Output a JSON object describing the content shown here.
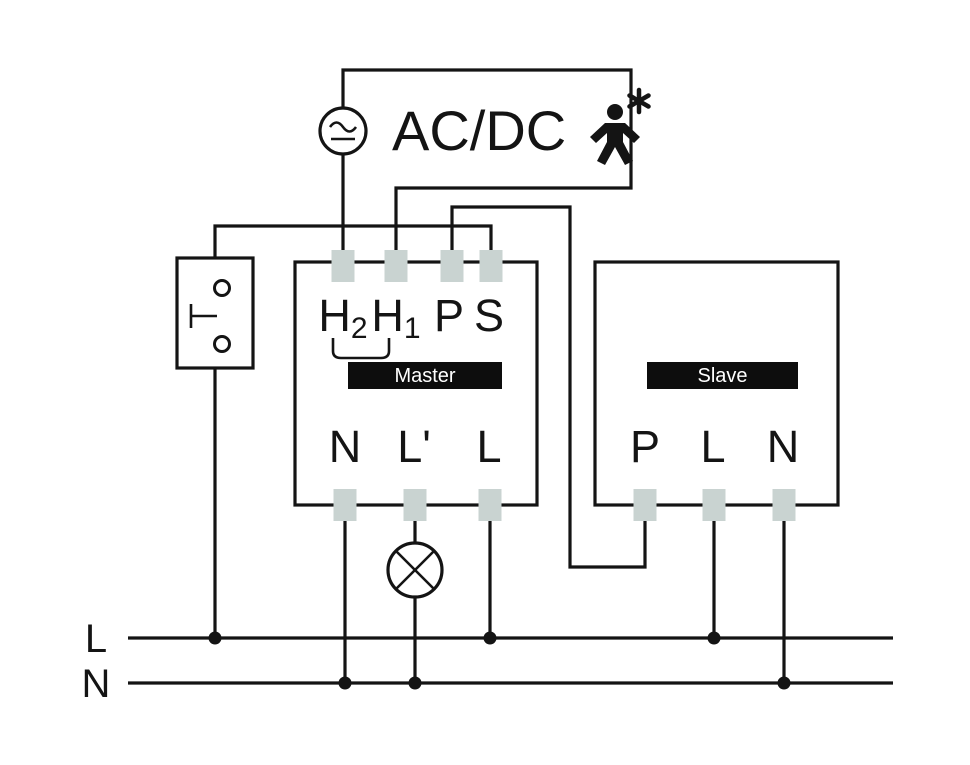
{
  "colors": {
    "line": "#141414",
    "terminal_fill": "#c9d3d1",
    "label_bar_bg": "#0d0d0d",
    "label_bar_text": "#ffffff",
    "background": "#ffffff"
  },
  "power": {
    "converter_label": "AC/DC"
  },
  "icons": {
    "converter": "ac-dc-source-icon",
    "sensor": "person-motion-icon",
    "sensor_star": "star-icon",
    "switch": "pushbutton-switch-icon",
    "load": "lamp-icon"
  },
  "master": {
    "label": "Master",
    "top_terminals": [
      {
        "label": "H",
        "sub": "2"
      },
      {
        "label": "H",
        "sub": "1"
      },
      {
        "label": "P",
        "sub": ""
      },
      {
        "label": "S",
        "sub": ""
      }
    ],
    "bottom_terminals": [
      {
        "label": "N"
      },
      {
        "label": "L'"
      },
      {
        "label": "L"
      }
    ]
  },
  "slave": {
    "label": "Slave",
    "bottom_terminals": [
      {
        "label": "P"
      },
      {
        "label": "L"
      },
      {
        "label": "N"
      }
    ]
  },
  "rails": {
    "live": "L",
    "neutral": "N"
  }
}
